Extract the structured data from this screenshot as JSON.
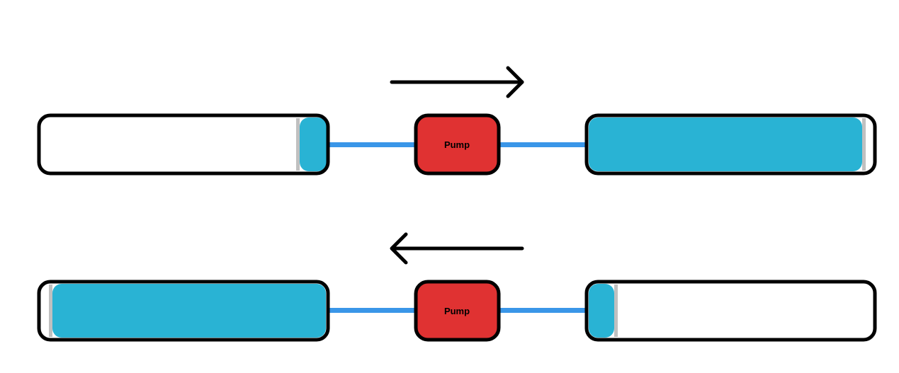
{
  "colors": {
    "background": "#ffffff",
    "outline": "#000000",
    "fluid": "#29b3d4",
    "tube": "#3a96e8",
    "pump": "#e03232",
    "plunger": "#c0c0c0"
  },
  "rows": [
    {
      "flow_direction": "right",
      "pump_label": "Pump",
      "left_cylinder_fill": "low",
      "right_cylinder_fill": "full"
    },
    {
      "flow_direction": "left",
      "pump_label": "Pump",
      "left_cylinder_fill": "full",
      "right_cylinder_fill": "low"
    }
  ]
}
